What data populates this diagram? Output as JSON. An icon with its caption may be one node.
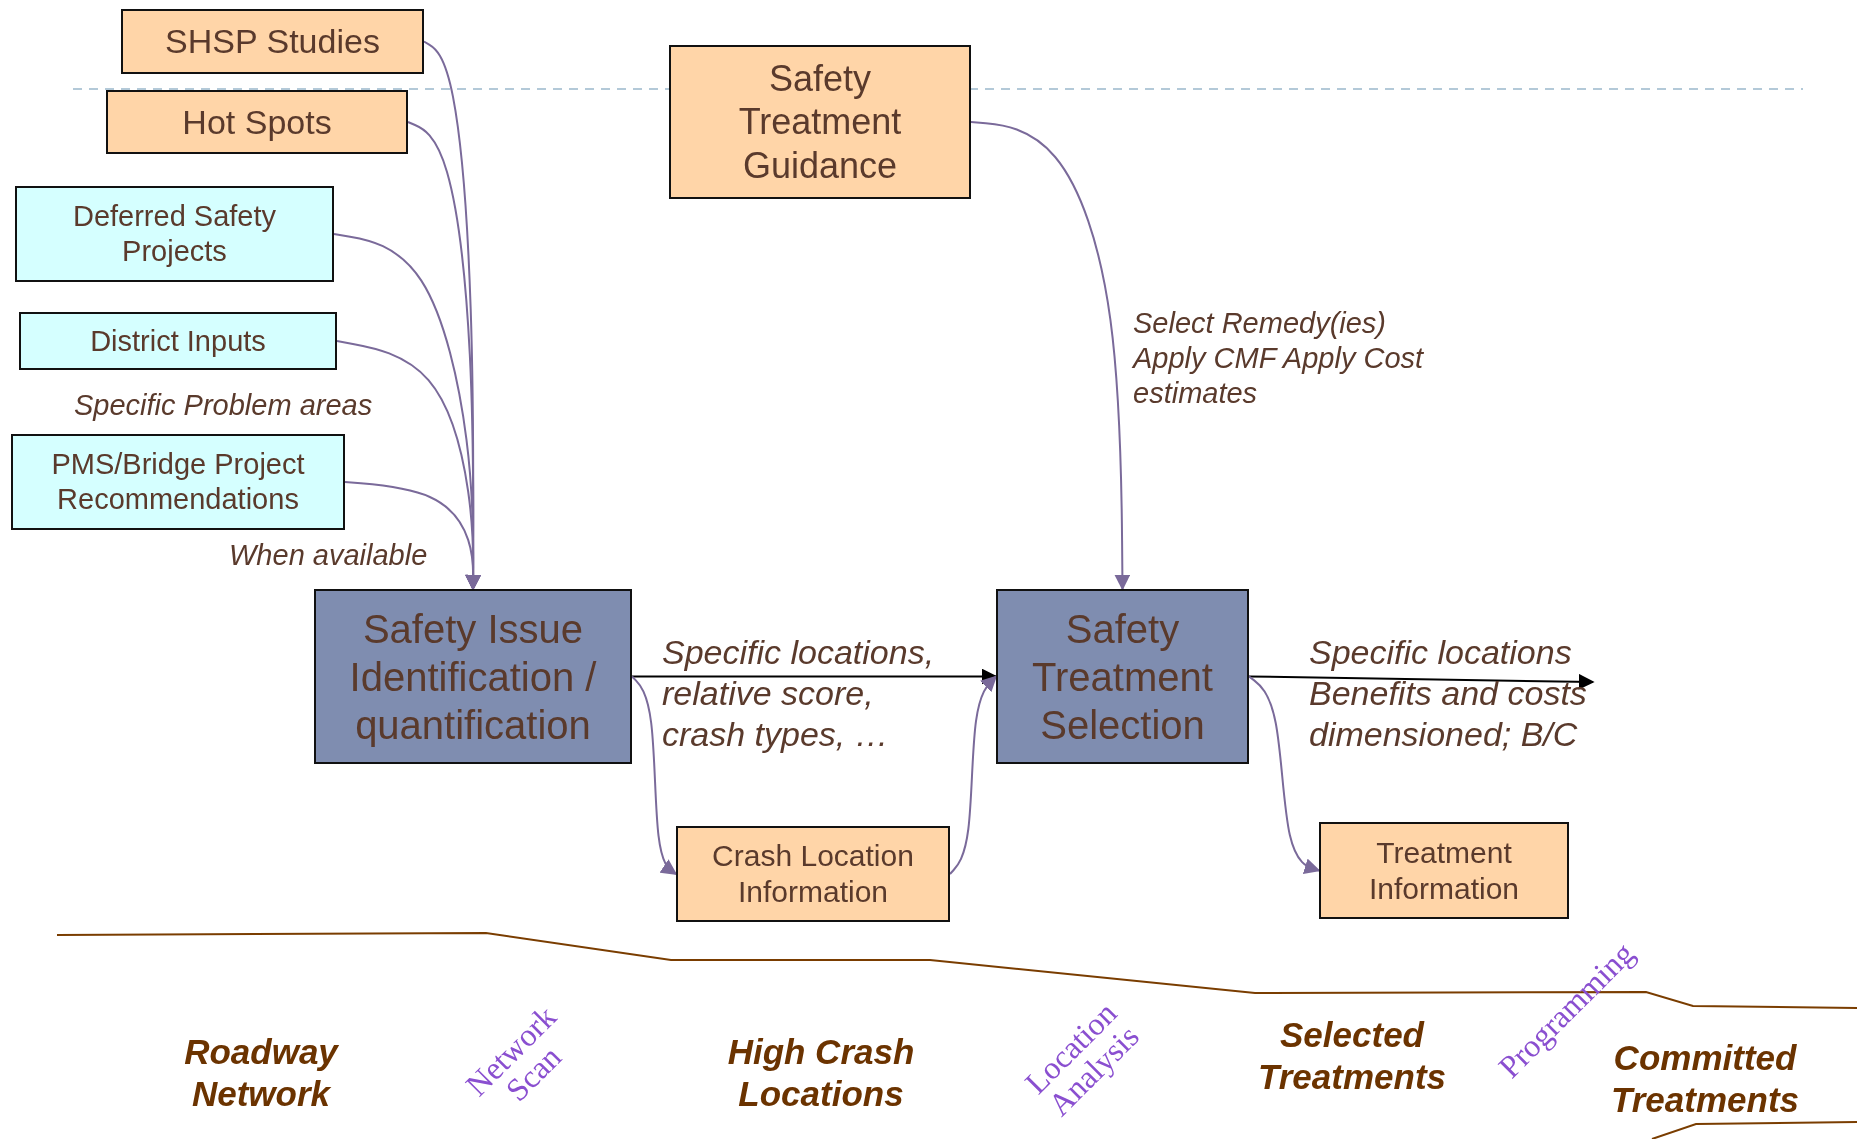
{
  "diagram": {
    "nodes": [
      {
        "text": [
          "SHSP Studies"
        ]
      },
      {
        "text": [
          "Hot Spots"
        ]
      },
      {
        "text": [
          "Deferred Safety Projects"
        ]
      },
      {
        "text": [
          "District Inputs"
        ]
      },
      {
        "text": [
          "PMS/Bridge Project Recommendations"
        ]
      },
      {
        "text": [
          "Safety Treatment Guidance"
        ]
      },
      {
        "text": [
          "Safety Issue Identification / quantification"
        ]
      },
      {
        "text": [
          "Safety Treatment Selection"
        ]
      },
      {
        "text": [
          "Crash Location Information"
        ]
      },
      {
        "text": [
          "Treatment Information"
        ]
      }
    ],
    "edges": [
      {
        "from": 0,
        "to": 6,
        "arrow": "to"
      },
      {
        "from": 1,
        "to": 6,
        "arrow": "to"
      },
      {
        "from": 2,
        "to": 6,
        "arrow": "to"
      },
      {
        "from": 3,
        "to": 6,
        "arrow": "to",
        "label": "Specific Problem areas"
      },
      {
        "from": 4,
        "to": 6,
        "arrow": "to",
        "label": "When available"
      },
      {
        "from": 5,
        "to": 7,
        "arrow": "to",
        "label": "Select Remedy(ies) Apply CMF Apply Cost estimates"
      },
      {
        "from": 6,
        "to": 7,
        "arrow": "to",
        "label": "Specific locations, relative score, crash types, …",
        "color": "#000000"
      },
      {
        "from": 6,
        "to": 8,
        "arrow": "to"
      },
      {
        "from": 8,
        "to": 7,
        "arrow": "to"
      },
      {
        "from": 7,
        "to": null,
        "arrow": "to",
        "label": "Specific locations Benefits and costs dimensioned; B/C",
        "color": "#000000"
      },
      {
        "from": 7,
        "to": 9,
        "arrow": "to"
      }
    ],
    "labels": [
      "Roadway Network",
      "Network Scan",
      "High Crash Locations",
      "Location Analysis",
      "Selected Treatments",
      "Programming",
      "Committed Treatments"
    ]
  }
}
